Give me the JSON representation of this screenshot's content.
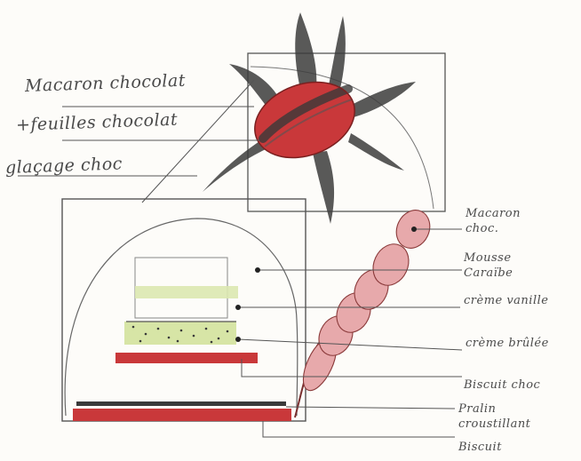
{
  "annotations_left": [
    "Macaron chocolat",
    "+feuilles chocolat",
    "glaçage choc"
  ],
  "labels_right": [
    "Macaron choc.",
    "Mousse Caraïbe",
    "crème vanille",
    "crème brûlée",
    "Biscuit choc",
    "Pralin croustillant",
    "Biscuit"
  ],
  "colors": {
    "pencil": "#444444",
    "red": "#c9383a",
    "pink": "#e7a9ab",
    "green": "#cfe09a",
    "paper": "#fdfcf9"
  }
}
